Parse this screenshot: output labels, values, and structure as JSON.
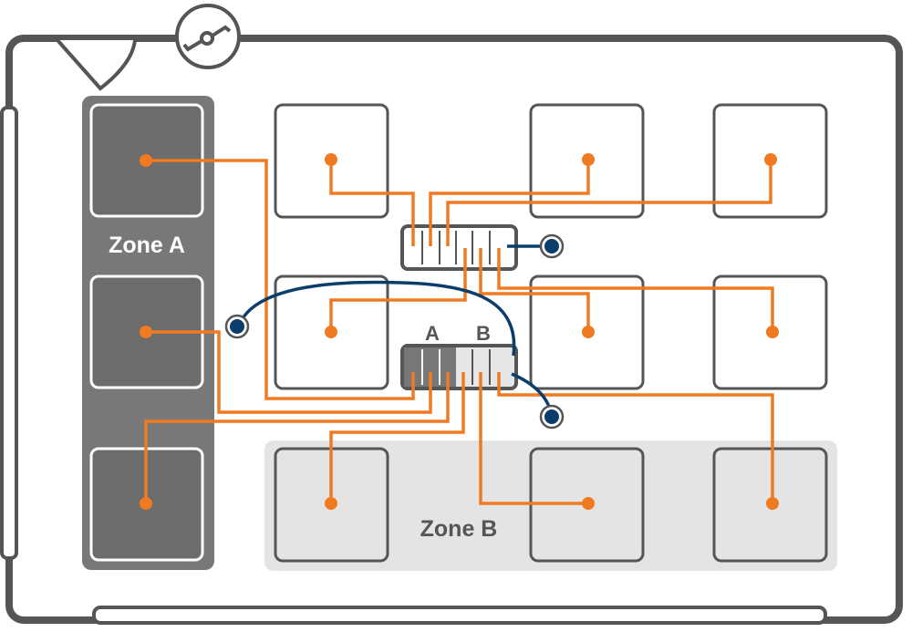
{
  "zones": {
    "zone_a": {
      "label": "Zone A"
    },
    "zone_b": {
      "label": "Zone B"
    }
  },
  "switch_lower": {
    "port_group_a": "A",
    "port_group_b": "B"
  },
  "icons": {
    "door": "door-swing-icon",
    "meter": "meter-symbol-icon"
  },
  "colors": {
    "wall": "#555555",
    "zone_a_fill": "#787878",
    "zone_b_fill": "#e4e4e5",
    "wire_orange": "#f07a22",
    "cable_blue": "#0b3d6b"
  }
}
